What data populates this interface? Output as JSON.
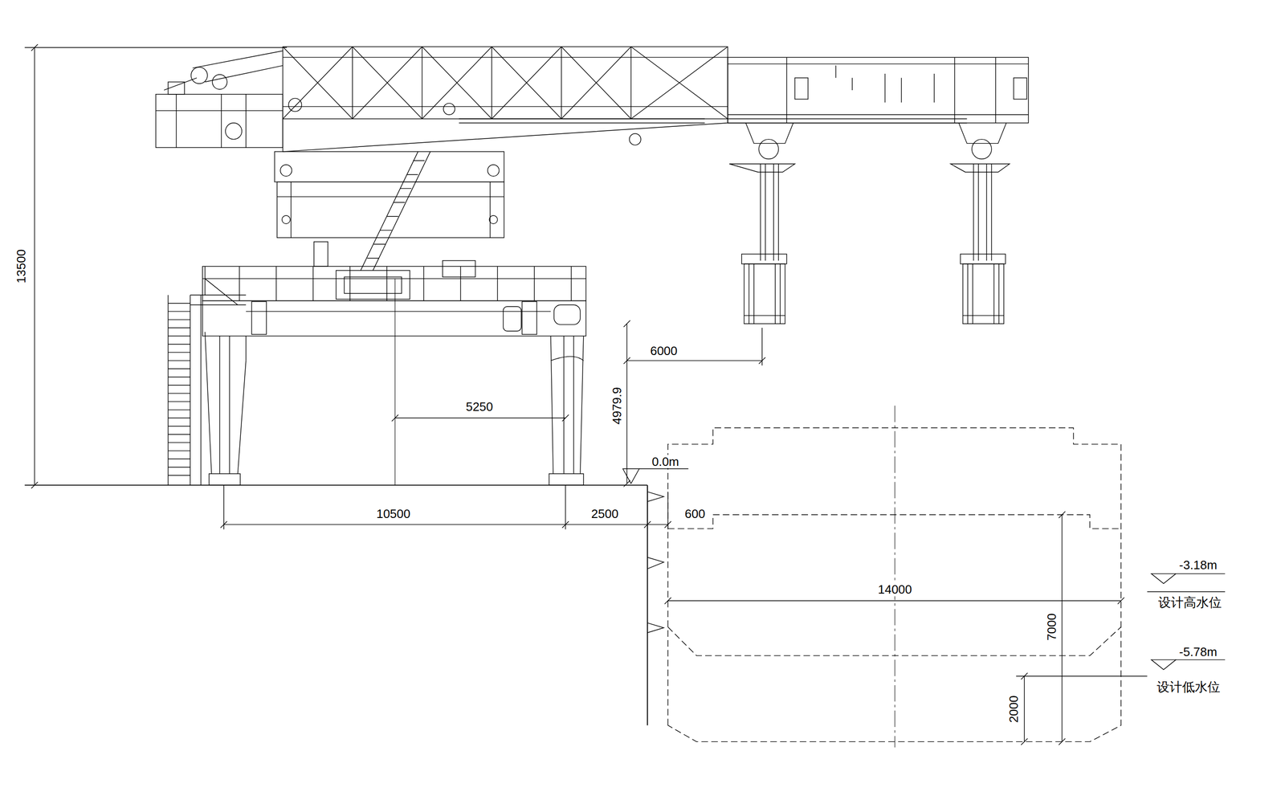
{
  "diagram": {
    "labels": [
      "13500",
      "6000",
      "5250",
      "4979.9",
      "0.0m",
      "10500",
      "2500",
      "600",
      "14000",
      "7000",
      "2000",
      "-3.18m",
      "设计高水位",
      "-5.78m",
      "设计低水位"
    ]
  }
}
